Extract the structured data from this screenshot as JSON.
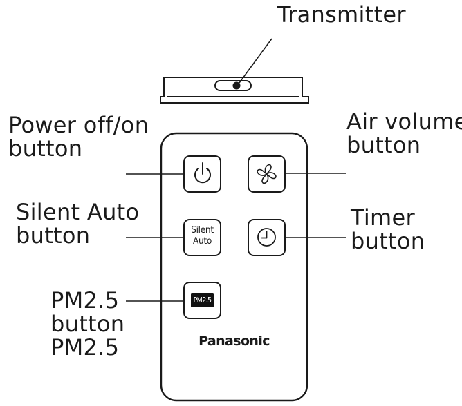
{
  "labels": {
    "transmitter": "Transmitter",
    "power_line1": "Power off/on",
    "power_line2": "button",
    "air_line1": "Air volume",
    "air_line2": "button",
    "silent_line1": "Silent Auto",
    "silent_line2": "button",
    "timer_line1": "Timer",
    "timer_line2": "button",
    "pm_line1": "PM2.5",
    "pm_line2": "button",
    "pm_line3": "PM2.5"
  },
  "remote": {
    "brand": "Panasonic",
    "silent_button_line1": "Silent",
    "silent_button_line2": "Auto",
    "pm_button_text": "PM2.5"
  },
  "icons": {
    "power": "power-icon",
    "fan": "fan-icon",
    "clock": "clock-icon"
  },
  "colors": {
    "stroke": "#1a1a1a",
    "pm_button_fill": "#111111",
    "pm_button_text": "#ffffff"
  }
}
